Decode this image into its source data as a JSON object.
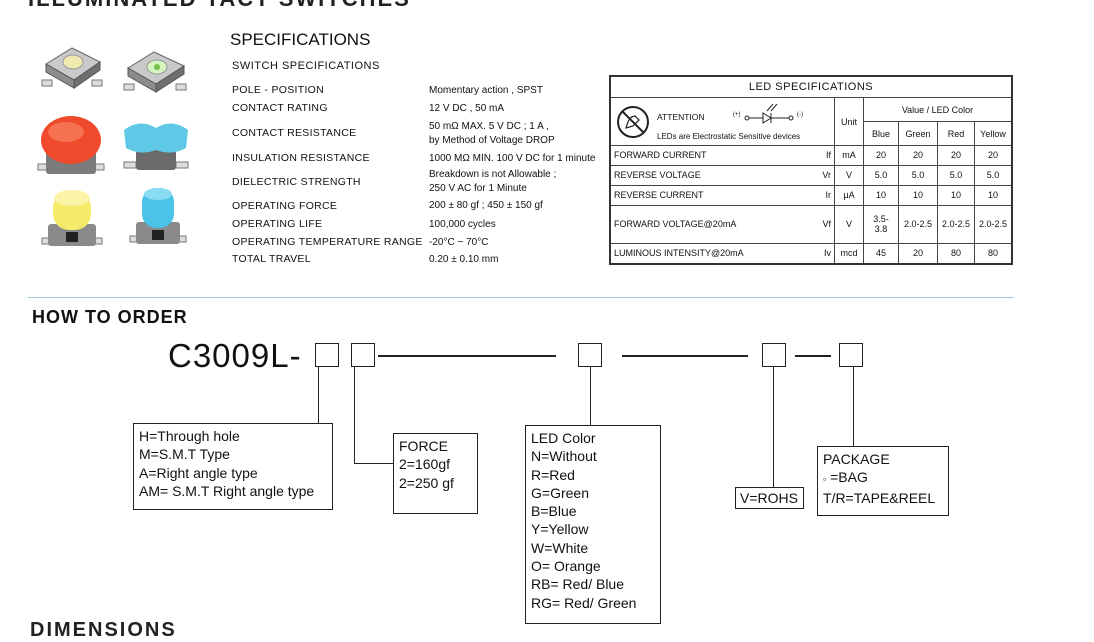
{
  "header": {
    "title_cut": "ILLUMINATED TACT SWITCHES",
    "bottom_cut": "DIMENSIONS"
  },
  "colors": {
    "divider": "#9fc7dd",
    "red_cap": "#f04a2c",
    "blue_cap": "#5ec8e6",
    "yellow_cap": "#f5ea6a",
    "blue_cap2": "#49c3e8"
  },
  "specs": {
    "heading": "SPECIFICATIONS",
    "subheading": "SWITCH  SPECIFICATIONS",
    "rows": [
      {
        "label": "POLE - POSITION",
        "value": [
          "Momentary action , SPST"
        ]
      },
      {
        "label": "CONTACT RATING",
        "value": [
          "12 V DC , 50 mA"
        ]
      },
      {
        "label": "CONTACT RESISTANCE",
        "value": [
          "50 mΩ MAX. 5 V DC ; 1 A ,",
          "by Method of Voltage DROP"
        ]
      },
      {
        "label": "INSULATION RESISTANCE",
        "value": [
          "1000 MΩ MIN. 100 V DC for 1 minute"
        ]
      },
      {
        "label": "DIELECTRIC STRENGTH",
        "value": [
          "Breakdown is not Allowable ;",
          "250 V AC for 1 Minute"
        ]
      },
      {
        "label": "OPERATING FORCE",
        "value": [
          "200 ± 80 gf ; 450 ± 150 gf"
        ]
      },
      {
        "label": "OPERATING LIFE",
        "value": [
          "100,000 cycles"
        ]
      },
      {
        "label": "OPERATING TEMPERATURE RANGE",
        "value": [
          "-20°C ~ 70°C"
        ]
      },
      {
        "label": "TOTAL TRAVEL",
        "value": [
          "0.20 ± 0.10 mm"
        ]
      }
    ]
  },
  "led_table": {
    "caption": "LED  SPECIFICATIONS",
    "attention": "ATTENTION",
    "attention_note": "LEDs  are  Electrostatic  Sensitive  devices",
    "plus": "(+)",
    "minus": "(-)",
    "unit_header": "Unit",
    "value_header": "Value / LED Color",
    "colors": [
      "Blue",
      "Green",
      "Red",
      "Yellow"
    ],
    "rows": [
      {
        "name": "FORWARD CURRENT",
        "sym": "If",
        "unit": "mA",
        "vals": [
          "20",
          "20",
          "20",
          "20"
        ]
      },
      {
        "name": "REVERSE VOLTAGE",
        "sym": "Vr",
        "unit": "V",
        "vals": [
          "5.0",
          "5.0",
          "5.0",
          "5.0"
        ]
      },
      {
        "name": "REVERSE CURRENT",
        "sym": "Ir",
        "unit": "μA",
        "vals": [
          "10",
          "10",
          "10",
          "10"
        ]
      },
      {
        "name": "FORWARD VOLTAGE@20mA",
        "sym": "Vf",
        "unit": "V",
        "vals": [
          "3.5-3.8",
          "2.0-2.5",
          "2.0-2.5",
          "2.0-2.5"
        ]
      },
      {
        "name": "LUMINOUS INTENSITY@20mA",
        "sym": "Iv",
        "unit": "mcd",
        "vals": [
          "45",
          "20",
          "80",
          "80"
        ]
      }
    ]
  },
  "order": {
    "title": "HOW TO ORDER",
    "part_prefix": "C3009L-",
    "type_box": [
      "H=Through hole",
      "M=S.M.T Type",
      "A=Right angle type",
      "AM= S.M.T Right angle type"
    ],
    "force_box": [
      "FORCE",
      "2=160gf",
      "2=250 gf"
    ],
    "color_box": [
      "LED Color",
      "N=Without",
      "R=Red",
      "G=Green",
      "B=Blue",
      "Y=Yellow",
      "W=White",
      "O= Orange",
      "RB= Red/ Blue",
      "RG= Red/ Green"
    ],
    "rohs_box": "V=ROHS",
    "package_title": "PACKAGE",
    "package_bag_mark": "▫",
    "package_bag": "=BAG",
    "package_reel": "T/R=TAPE&REEL"
  }
}
